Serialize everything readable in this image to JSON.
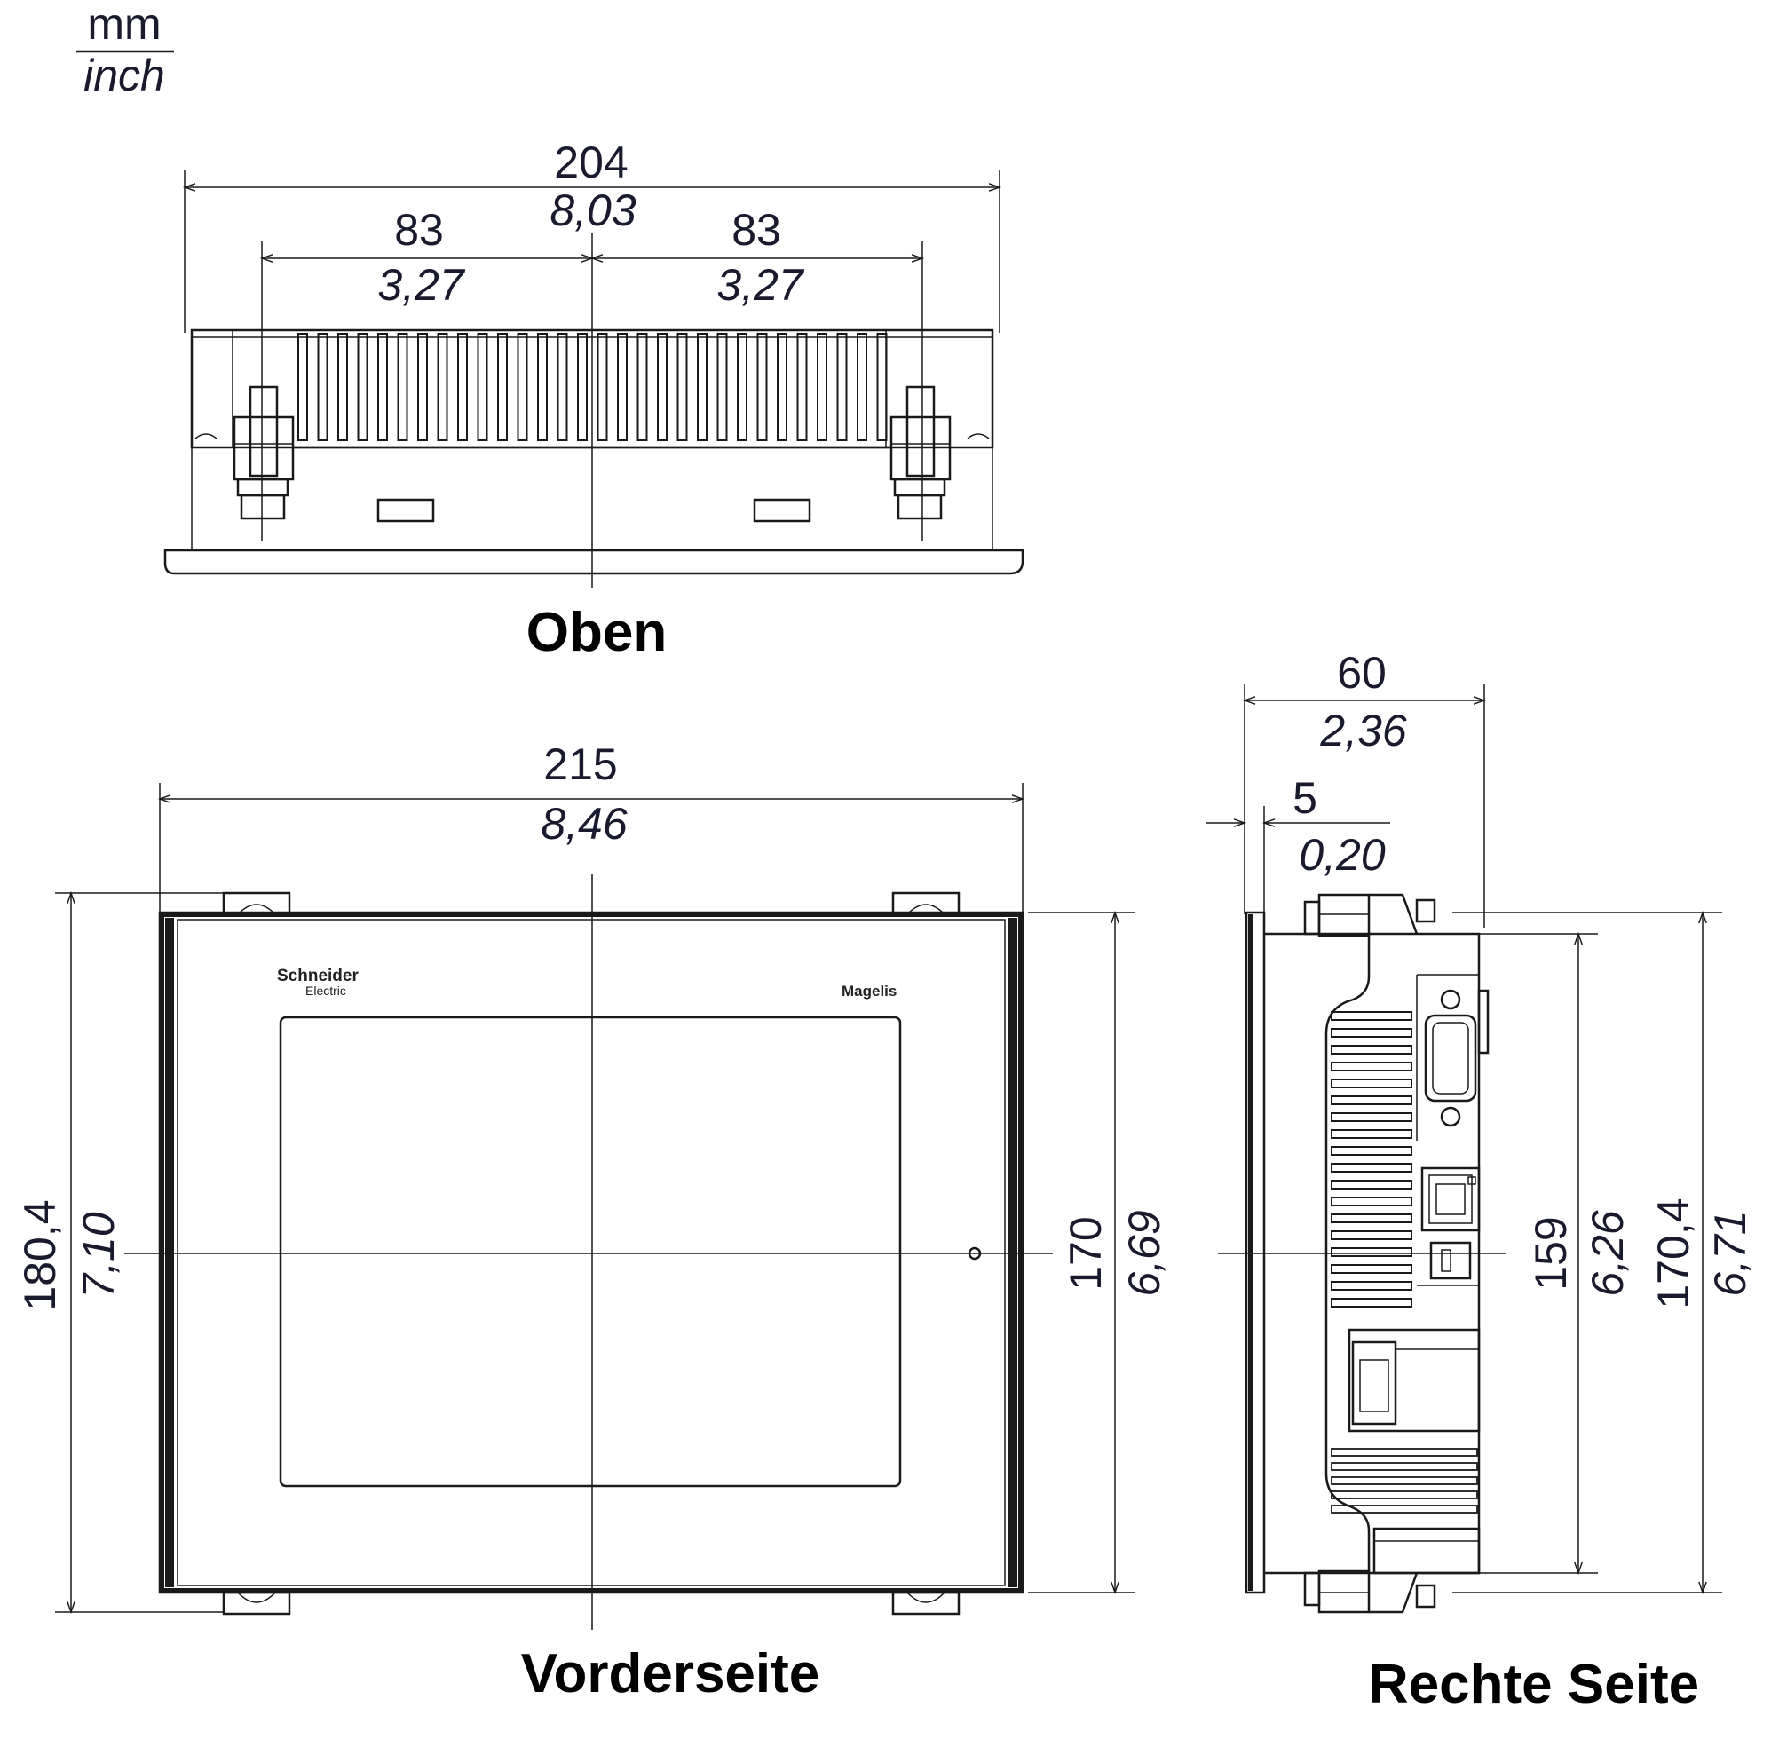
{
  "units": {
    "primary": "mm",
    "secondary": "inch"
  },
  "views": {
    "top": {
      "title": "Oben",
      "overall_width": {
        "mm": "204",
        "inch": "8,03"
      },
      "left_half": {
        "mm": "83",
        "inch": "3,27"
      },
      "right_half": {
        "mm": "83",
        "inch": "3,27"
      }
    },
    "front": {
      "title": "Vorderseite",
      "brand": {
        "line1": "Schneider",
        "line2": "Electric"
      },
      "series_logo": "Magelis",
      "overall_width": {
        "mm": "215",
        "inch": "8,46"
      },
      "overall_height": {
        "mm": "180,4",
        "inch": "7,10"
      },
      "frame_height": {
        "mm": "170",
        "inch": "6,69"
      }
    },
    "right_side": {
      "title": "Rechte Seite",
      "depth": {
        "mm": "60",
        "inch": "2,36"
      },
      "bezel": {
        "mm": "5",
        "inch": "0,20"
      },
      "body_height": {
        "mm": "159",
        "inch": "6,26"
      },
      "overall_height": {
        "mm": "170,4",
        "inch": "6,71"
      }
    }
  },
  "colors": {
    "line": "#1a1a1a",
    "text": "#1a1a2e"
  }
}
